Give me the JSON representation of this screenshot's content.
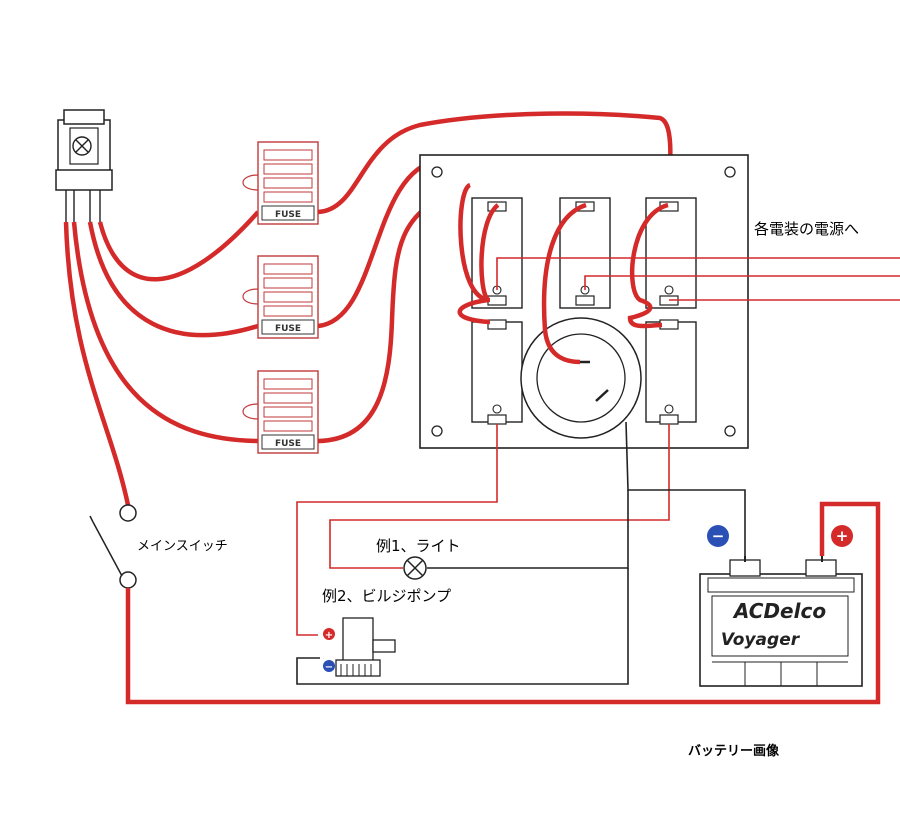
{
  "labels": {
    "to_devices": "各電装の電源へ",
    "main_switch": "メインスイッチ",
    "example1": "例1、ライト",
    "example2": "例2、ビルジポンプ",
    "battery_caption": "バッテリー画像"
  },
  "fuses": [
    {
      "label": "FUSE"
    },
    {
      "label": "FUSE"
    },
    {
      "label": "FUSE"
    }
  ],
  "battery": {
    "brand": "ACDelco",
    "model": "Voyager",
    "neg_symbol": "−",
    "pos_symbol": "+"
  },
  "pump": {
    "pos_symbol": "+",
    "neg_symbol": "−"
  },
  "colors": {
    "positive_wire": "#d42a2a",
    "negative_wire": "#222222",
    "negative_terminal": "#2a4fb5",
    "positive_terminal": "#d42a2a"
  }
}
